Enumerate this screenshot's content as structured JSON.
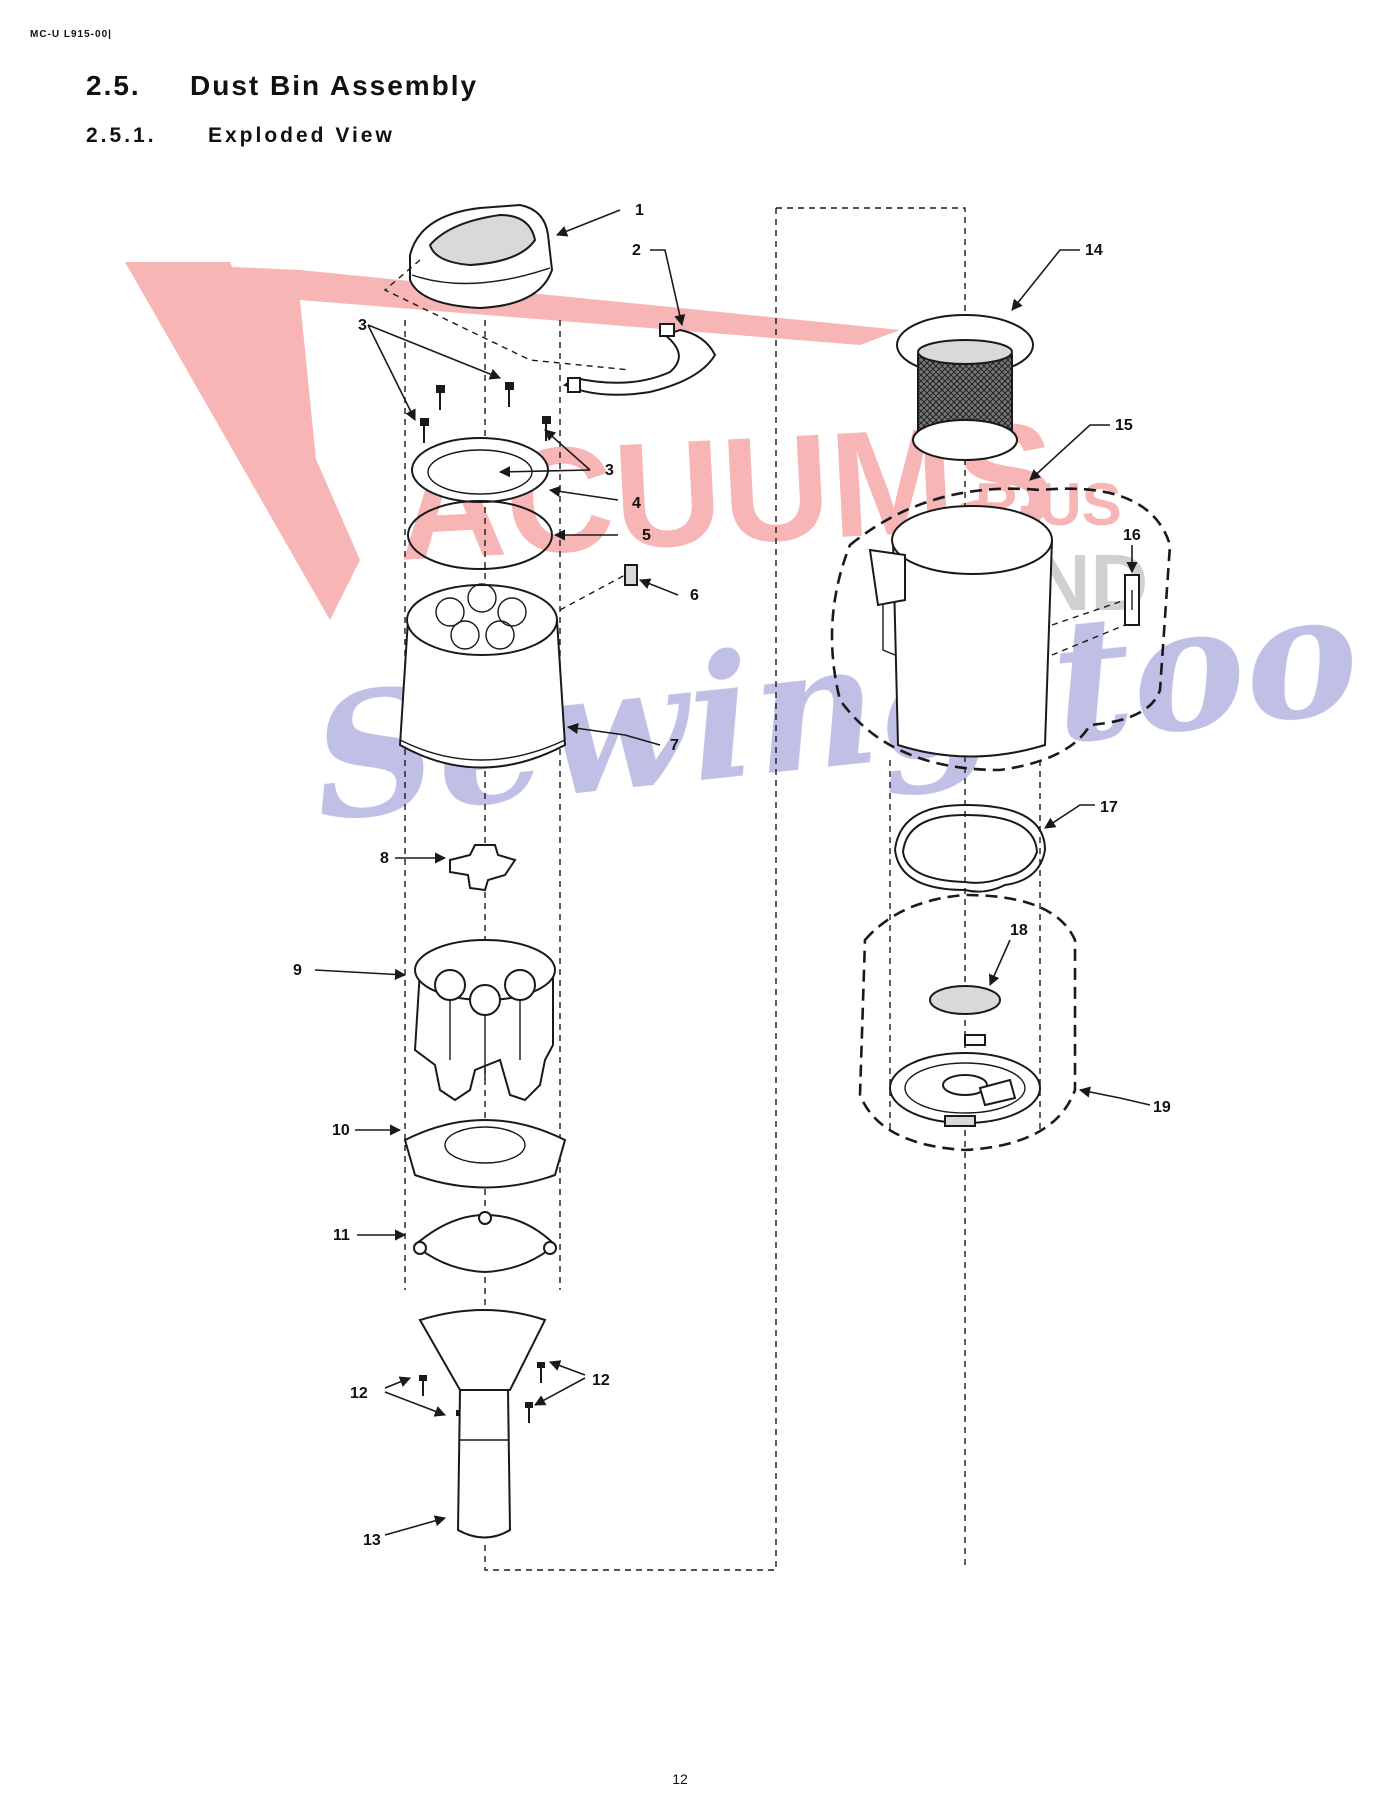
{
  "header": {
    "doc_code": "MC-U L915-00|"
  },
  "section": {
    "number": "2.5.",
    "title": "Dust Bin Assembly"
  },
  "subsection": {
    "number": "2.5.1.",
    "title": "Exploded View"
  },
  "watermark": {
    "line1": "ACUUMS",
    "line2": "R-US",
    "line3": "AND",
    "line4": "Sewing too",
    "red_color": "#f07878",
    "blue_color": "#8c8cd2"
  },
  "callouts": {
    "c1": "1",
    "c2": "2",
    "c3a": "3",
    "c3b": "3",
    "c4": "4",
    "c5": "5",
    "c6": "6",
    "c7": "7",
    "c8": "8",
    "c9": "9",
    "c10": "10",
    "c11": "11",
    "c12a": "12",
    "c12b": "12",
    "c13": "13",
    "c14": "14",
    "c15": "15",
    "c16": "16",
    "c17": "17",
    "c18": "18",
    "c19": "19"
  },
  "footer": {
    "page_number": "12"
  }
}
